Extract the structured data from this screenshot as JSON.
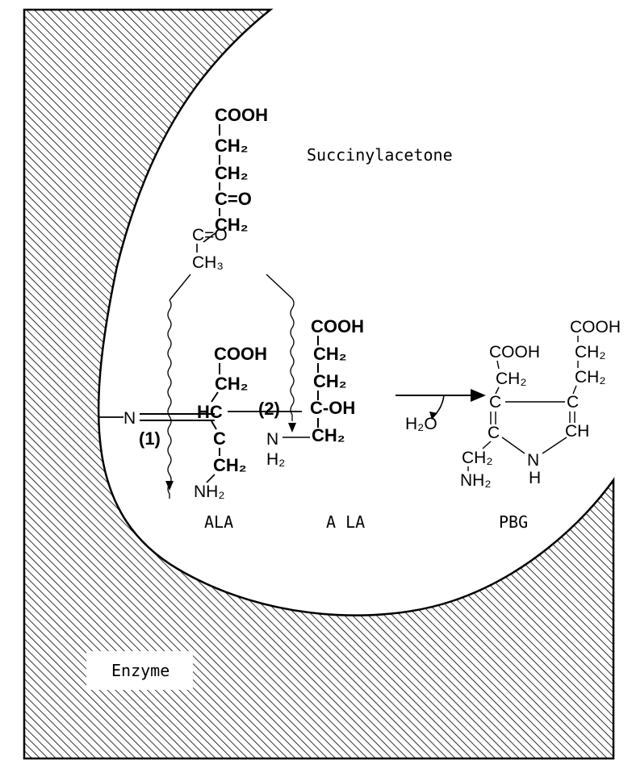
{
  "labels": {
    "succinylacetone": "Succinylacetone",
    "ala_left": "ALA",
    "ala_right": "A LA",
    "pbg": "PBG",
    "enzyme": "Enzyme",
    "step1": "(1)",
    "step2": "(2)",
    "water": "H₂O"
  },
  "succinylacetone": {
    "cooh": "COOH",
    "ch2_a": "CH₂",
    "ch2_b": "CH₂",
    "co_a": "C=O",
    "ch2_c": "CH₂",
    "co_b": "C=O",
    "ch3": "CH₃"
  },
  "ala1": {
    "cooh": "COOH",
    "ch2_top": "CH₂",
    "hc": "HC",
    "c": "C",
    "ch2_bottom": "CH₂",
    "nh2": "NH₂",
    "n": "N"
  },
  "ala2": {
    "cooh": "COOH",
    "ch2_a": "CH₂",
    "ch2_b": "CH₂",
    "coh": "C-OH",
    "ch2_c": "CH₂",
    "n": "N",
    "h2": "H₂"
  },
  "pbg_struct": {
    "cooh_left": "COOH",
    "ch2_left": "CH₂",
    "c_left": "C",
    "c_ring": "C",
    "ch2_amine": "CH₂",
    "nh2": "NH₂",
    "n": "N",
    "h": "H",
    "cooh_right": "COOH",
    "ch2_right_a": "CH₂",
    "ch2_right_b": "CH₂",
    "c_right": "C",
    "ch": "CH"
  }
}
